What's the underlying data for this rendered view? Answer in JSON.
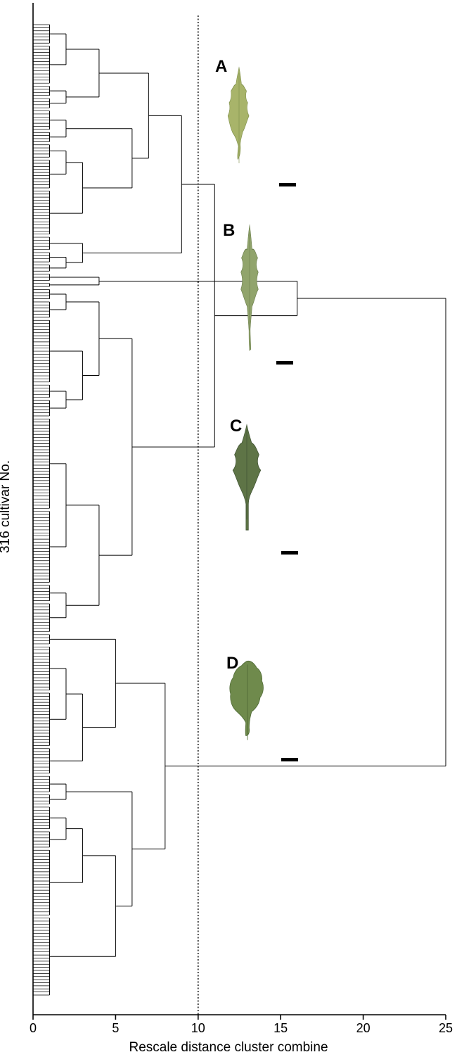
{
  "chart_data": {
    "type": "dendrogram",
    "xlabel": "Rescale distance cluster combine",
    "ylabel": "316 cultivar No.",
    "xlim": [
      0,
      25
    ],
    "xticks": [
      0,
      5,
      10,
      15,
      20,
      25
    ],
    "n_leaves": 316,
    "cut_distance": 10,
    "clusters": [
      {
        "label": "A",
        "leaf_from": 1,
        "leaf_to": 81
      },
      {
        "label": "B",
        "leaf_from": 82,
        "leaf_to": 86
      },
      {
        "label": "C",
        "leaf_from": 87,
        "leaf_to": 198
      },
      {
        "label": "D",
        "leaf_from": 199,
        "leaf_to": 316
      }
    ],
    "merges": [
      {
        "id": "g1",
        "leaf_from": 1,
        "leaf_to": 7,
        "height": 1
      },
      {
        "id": "g2",
        "leaf_from": 8,
        "leaf_to": 20,
        "height": 1
      },
      {
        "id": "g3",
        "leaf_from": 21,
        "leaf_to": 24,
        "height": 1
      },
      {
        "id": "g4",
        "leaf_from": 25,
        "leaf_to": 28,
        "height": 1
      },
      {
        "id": "g5",
        "leaf_from": 29,
        "leaf_to": 35,
        "height": 1
      },
      {
        "id": "g6",
        "leaf_from": 36,
        "leaf_to": 39,
        "height": 1
      },
      {
        "id": "g7",
        "leaf_from": 40,
        "leaf_to": 44,
        "height": 1
      },
      {
        "id": "g8",
        "leaf_from": 45,
        "leaf_to": 54,
        "height": 1
      },
      {
        "id": "g9",
        "leaf_from": 55,
        "leaf_to": 62,
        "height": 1
      },
      {
        "id": "g10",
        "leaf_from": 63,
        "leaf_to": 69,
        "height": 1
      },
      {
        "id": "g11",
        "leaf_from": 70,
        "leaf_to": 74,
        "height": 1
      },
      {
        "id": "g12",
        "leaf_from": 75,
        "leaf_to": 78,
        "height": 1
      },
      {
        "id": "g13",
        "leaf_from": 79,
        "leaf_to": 81,
        "height": 1
      },
      {
        "id": "g14",
        "leaf_from": 82,
        "leaf_to": 84,
        "height": 1
      },
      {
        "id": "g15",
        "leaf_from": 85,
        "leaf_to": 86,
        "height": 1
      },
      {
        "id": "g16",
        "leaf_from": 87,
        "leaf_to": 90,
        "height": 1
      },
      {
        "id": "g17",
        "leaf_from": 91,
        "leaf_to": 96,
        "height": 1
      },
      {
        "id": "g18",
        "leaf_from": 97,
        "leaf_to": 117,
        "height": 1
      },
      {
        "id": "g19",
        "leaf_from": 118,
        "leaf_to": 122,
        "height": 1
      },
      {
        "id": "g20",
        "leaf_from": 123,
        "leaf_to": 128,
        "height": 1
      },
      {
        "id": "g21",
        "leaf_from": 129,
        "leaf_to": 158,
        "height": 1
      },
      {
        "id": "g22",
        "leaf_from": 159,
        "leaf_to": 182,
        "height": 1
      },
      {
        "id": "g23",
        "leaf_from": 183,
        "leaf_to": 188,
        "height": 1
      },
      {
        "id": "g24",
        "leaf_from": 189,
        "leaf_to": 198,
        "height": 1
      },
      {
        "id": "g25",
        "leaf_from": 199,
        "leaf_to": 202,
        "height": 1
      },
      {
        "id": "g26",
        "leaf_from": 203,
        "leaf_to": 217,
        "height": 1
      },
      {
        "id": "g27",
        "leaf_from": 218,
        "leaf_to": 235,
        "height": 1
      },
      {
        "id": "g28",
        "leaf_from": 236,
        "leaf_to": 244,
        "height": 1
      },
      {
        "id": "g29",
        "leaf_from": 245,
        "leaf_to": 250,
        "height": 1
      },
      {
        "id": "g30",
        "leaf_from": 251,
        "leaf_to": 254,
        "height": 1
      },
      {
        "id": "g31",
        "leaf_from": 255,
        "leaf_to": 262,
        "height": 1
      },
      {
        "id": "g32",
        "leaf_from": 263,
        "leaf_to": 268,
        "height": 1
      },
      {
        "id": "g33",
        "leaf_from": 269,
        "leaf_to": 290,
        "height": 1
      },
      {
        "id": "g34",
        "leaf_from": 291,
        "leaf_to": 316,
        "height": 1
      },
      {
        "id": "a1",
        "children": [
          "g1",
          "g2"
        ],
        "height": 2
      },
      {
        "id": "a2",
        "children": [
          "g3",
          "g4"
        ],
        "height": 2
      },
      {
        "id": "a3",
        "children": [
          "a1",
          "a2"
        ],
        "height": 4
      },
      {
        "id": "a4",
        "children": [
          "g5",
          "g6"
        ],
        "height": 2
      },
      {
        "id": "a5",
        "children": [
          "g7",
          "g8"
        ],
        "height": 2
      },
      {
        "id": "a6",
        "children": [
          "g9",
          "g10"
        ],
        "height": 1
      },
      {
        "id": "a7",
        "children": [
          "a5",
          "a6"
        ],
        "height": 3
      },
      {
        "id": "a8",
        "children": [
          "a4",
          "a7"
        ],
        "height": 6
      },
      {
        "id": "a9",
        "children": [
          "a3",
          "a8"
        ],
        "height": 7
      },
      {
        "id": "a10",
        "children": [
          "g12",
          "g13"
        ],
        "height": 2
      },
      {
        "id": "a11",
        "children": [
          "g11",
          "a10"
        ],
        "height": 3
      },
      {
        "id": "a12",
        "children": [
          "a9",
          "a11"
        ],
        "height": 9
      },
      {
        "id": "b1",
        "children": [
          "g14",
          "g15"
        ],
        "height": 4
      },
      {
        "id": "c1",
        "children": [
          "g16",
          "g17"
        ],
        "height": 2
      },
      {
        "id": "c2",
        "children": [
          "g19",
          "g20"
        ],
        "height": 2
      },
      {
        "id": "c3",
        "children": [
          "g18",
          "c2"
        ],
        "height": 3
      },
      {
        "id": "c4",
        "children": [
          "c1",
          "c3"
        ],
        "height": 4
      },
      {
        "id": "c5",
        "children": [
          "g21",
          "g22"
        ],
        "height": 2
      },
      {
        "id": "c6",
        "children": [
          "g23",
          "g24"
        ],
        "height": 2
      },
      {
        "id": "c7",
        "children": [
          "c5",
          "c6"
        ],
        "height": 4
      },
      {
        "id": "c8",
        "children": [
          "c4",
          "c7"
        ],
        "height": 6
      },
      {
        "id": "c9",
        "children": [
          "a12",
          "c8"
        ],
        "height": 11
      },
      {
        "id": "c10",
        "children": [
          "b1",
          "c9"
        ],
        "height": 16
      },
      {
        "id": "d1",
        "children": [
          "g26",
          "g27"
        ],
        "height": 2
      },
      {
        "id": "d2",
        "children": [
          "d1",
          "g28"
        ],
        "height": 3
      },
      {
        "id": "d3",
        "children": [
          "g25",
          "d2"
        ],
        "height": 5
      },
      {
        "id": "d4",
        "children": [
          "g29",
          "g30"
        ],
        "height": 2
      },
      {
        "id": "d5",
        "children": [
          "g31",
          "g32"
        ],
        "height": 2
      },
      {
        "id": "d6",
        "children": [
          "d5",
          "g33"
        ],
        "height": 3
      },
      {
        "id": "d7",
        "children": [
          "d6",
          "g34"
        ],
        "height": 5
      },
      {
        "id": "d8",
        "children": [
          "d4",
          "d7"
        ],
        "height": 6
      },
      {
        "id": "d9",
        "children": [
          "d3",
          "d8"
        ],
        "height": 8
      },
      {
        "id": "root",
        "children": [
          "c10",
          "d9"
        ],
        "height": 25
      }
    ]
  },
  "panels": [
    {
      "label": "A",
      "color": "#a8b46a",
      "shade": "#7e8e4a",
      "shape": "A"
    },
    {
      "label": "B",
      "color": "#91a46c",
      "shade": "#6b7e4c",
      "shape": "B"
    },
    {
      "label": "C",
      "color": "#5e7446",
      "shade": "#435636",
      "shape": "C"
    },
    {
      "label": "D",
      "color": "#6f8a4c",
      "shade": "#4f6a36",
      "shape": "D"
    }
  ]
}
